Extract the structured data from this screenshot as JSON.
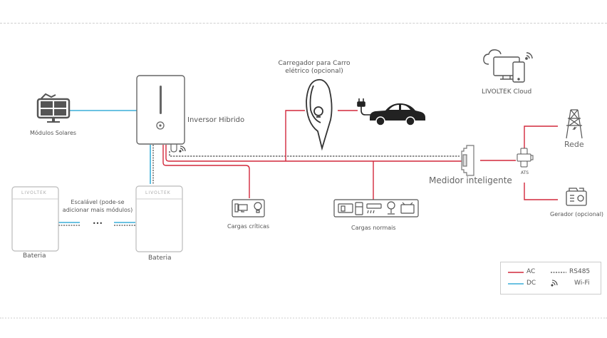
{
  "labels": {
    "solar": "Módulos Solares",
    "inverter": "Inversor Hibrido",
    "charger": "Carregador para Carro elétrico (opcional)",
    "charger_line1": "Carregador para Carro",
    "charger_line2": "elétrico (opcional)",
    "cloud": "LIVOLTEK Cloud",
    "grid": "Rede",
    "ats": "ATS",
    "meter": "Medidor inteligente",
    "generator": "Gerador (opcional)",
    "critical_loads": "Cargas críticas",
    "normal_loads": "Cargas normais",
    "battery_left": "Bateria",
    "battery_right": "Bateria",
    "battery_brand": "LIVOLTEK",
    "scalable_line1": "Escalável (pode-se",
    "scalable_line2": "adicionar mais módulos)",
    "ellipsis": "•••"
  },
  "legend": {
    "ac": "AC",
    "dc": "DC",
    "rs485": "RS485",
    "wifi": "Wi-Fi"
  },
  "colors": {
    "ac": "#d2283c",
    "dc": "#3aaed8",
    "rs485": "#222222",
    "icon": "#555555",
    "frame": "#999999"
  }
}
